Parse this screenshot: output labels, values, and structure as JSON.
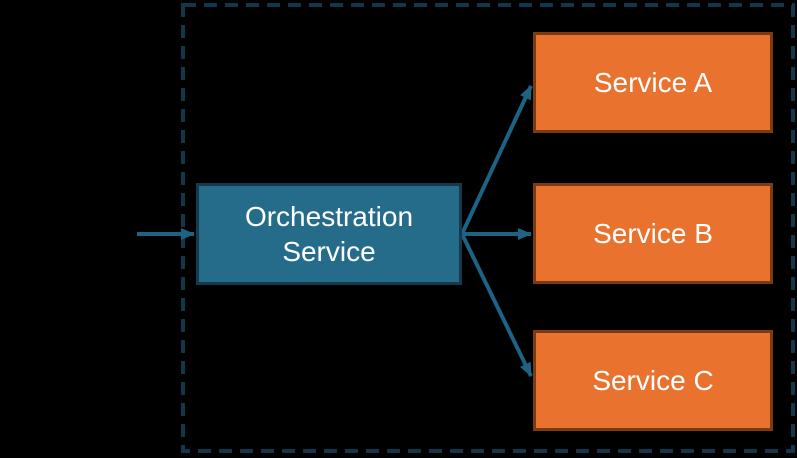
{
  "diagram": {
    "nodes": {
      "orchestration": {
        "label": "Orchestration Service"
      },
      "services": [
        {
          "label": "Service A"
        },
        {
          "label": "Service B"
        },
        {
          "label": "Service C"
        }
      ]
    },
    "colors": {
      "background": "#000000",
      "orchestration_fill": "#256C8B",
      "orchestration_border": "#16394B",
      "service_fill": "#E8722E",
      "service_border": "#7C3A10",
      "arrow": "#1C6385",
      "boundary_dash": "#12374B",
      "text": "#FFFFFF"
    }
  }
}
